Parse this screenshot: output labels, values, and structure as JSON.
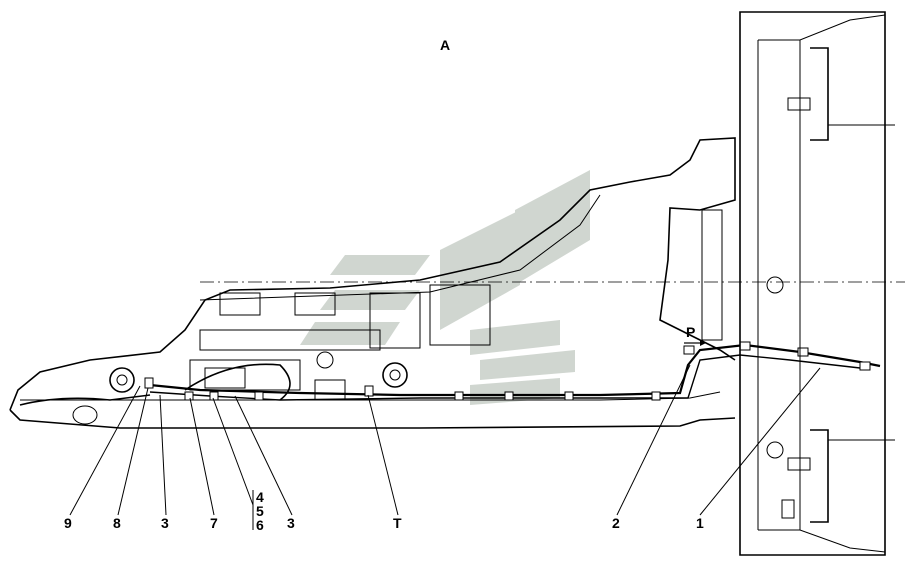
{
  "view_label": "A",
  "callouts": [
    {
      "id": "9",
      "text": "9"
    },
    {
      "id": "8",
      "text": "8"
    },
    {
      "id": "3a",
      "text": "3"
    },
    {
      "id": "7",
      "text": "7"
    },
    {
      "id": "4",
      "text": "4"
    },
    {
      "id": "5",
      "text": "5"
    },
    {
      "id": "6",
      "text": "6"
    },
    {
      "id": "3b",
      "text": "3"
    },
    {
      "id": "T",
      "text": "T"
    },
    {
      "id": "2",
      "text": "2"
    },
    {
      "id": "1",
      "text": "1"
    }
  ],
  "flow_label": "P",
  "colors": {
    "line": "#000000",
    "watermark": "#c8cfc8",
    "background": "#ffffff"
  }
}
